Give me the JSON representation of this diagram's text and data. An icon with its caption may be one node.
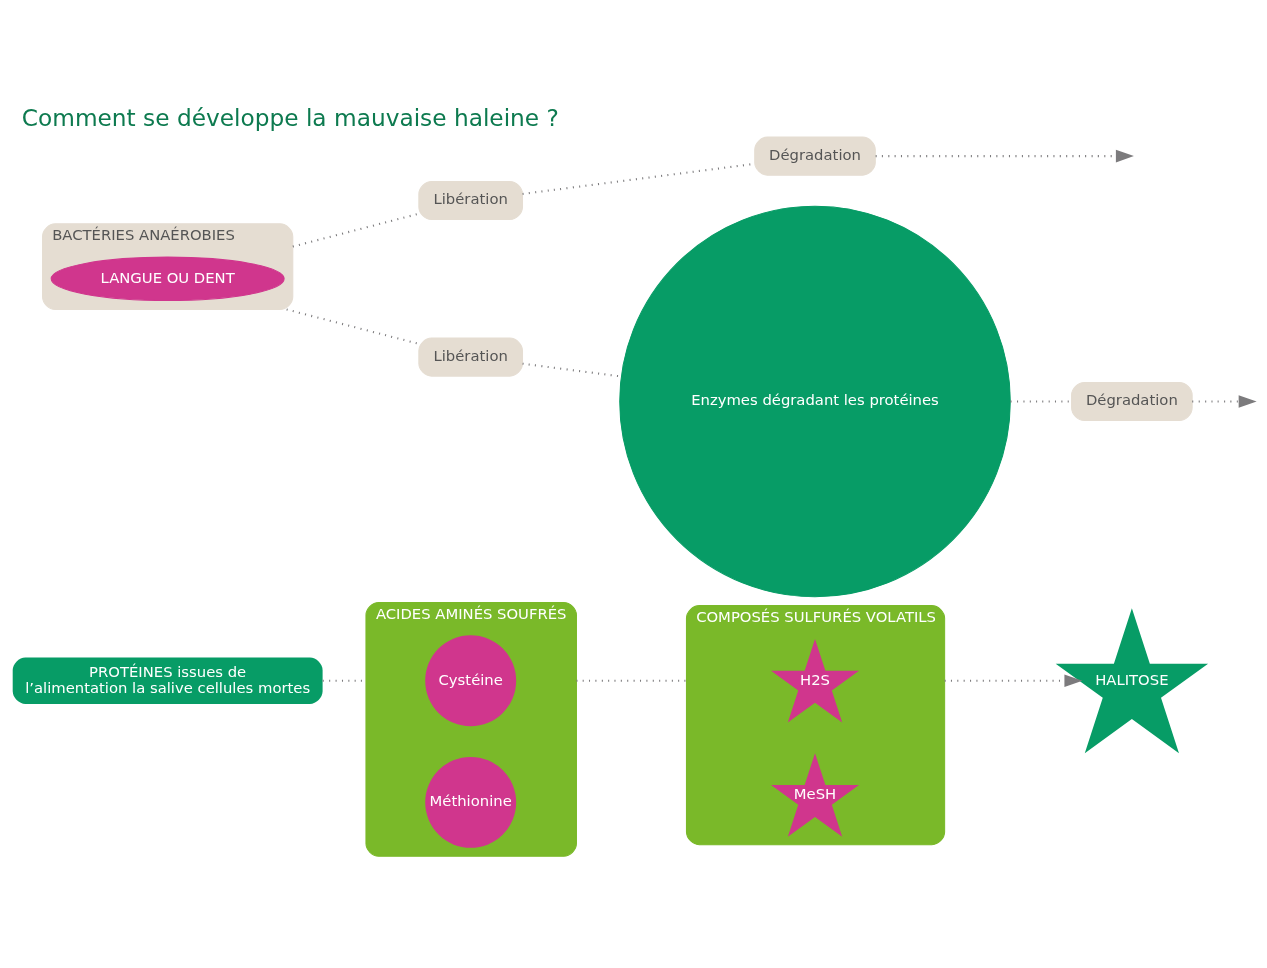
{
  "diagram": {
    "title": "Comment se développe la mauvaise haleine ?",
    "nodes": [
      {
        "text": [
          "PROTÉINES issues de",
          "l’alimentation la salive cellules mortes"
        ]
      },
      {
        "text": [
          "ACIDES AMINÉS SOUFRÉS"
        ]
      },
      {
        "text": [
          "Cystéine"
        ],
        "in": 1
      },
      {
        "text": [
          "Méthionine"
        ],
        "in": 1
      },
      {
        "text": [
          "COMPOSÉS SULFURÉS VOLATILS"
        ]
      },
      {
        "text": [
          "H2S"
        ],
        "in": 4
      },
      {
        "text": [
          "MeSH"
        ],
        "in": 4
      },
      {
        "text": [
          "HALITOSE"
        ]
      },
      {
        "text": [
          "Dégradation"
        ]
      },
      {
        "text": [
          "Dégradation"
        ]
      },
      {
        "text": [
          "Enzymes dégradant les protéines"
        ]
      },
      {
        "text": [
          "Libération"
        ]
      },
      {
        "text": [
          "Libération"
        ]
      },
      {
        "text": [
          "BACTÉRIES ANAÉROBIES"
        ]
      },
      {
        "text": [
          "LANGUE OU DENT"
        ],
        "in": 13
      }
    ],
    "edges": [
      {
        "from": 0,
        "to": 1,
        "arrow": "none"
      },
      {
        "from": 1,
        "to": 4,
        "arrow": "none"
      },
      {
        "from": 4,
        "to": 7,
        "arrow": "to"
      },
      {
        "from": 13,
        "to": 11,
        "arrow": "none"
      },
      {
        "from": 11,
        "to": 8,
        "arrow": "none"
      },
      {
        "from": 8,
        "to": null,
        "arrow": "to"
      },
      {
        "from": 13,
        "to": 12,
        "arrow": "none"
      },
      {
        "from": 12,
        "to": 10,
        "arrow": "none"
      },
      {
        "from": 10,
        "to": 9,
        "arrow": "none"
      },
      {
        "from": 9,
        "to": null,
        "arrow": "to"
      }
    ]
  }
}
